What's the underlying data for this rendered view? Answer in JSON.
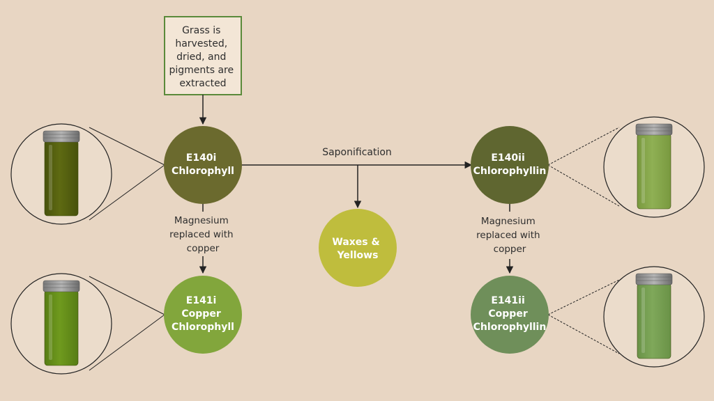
{
  "colors": {
    "background": "#e8d6c3",
    "chlorophyll": "#6b6a2e",
    "copper_chlorophyll": "#82a63c",
    "chlorophyllin": "#5f6630",
    "copper_chlorophyllin": "#6f8f5a",
    "waxes": "#bfbd3d",
    "box_border": "#5a8a3a",
    "arrow": "#222222"
  },
  "source_box": {
    "lines": [
      "Grass is",
      "harvested,",
      "dried, and",
      "pigments are",
      "extracted"
    ]
  },
  "nodes": {
    "chlorophyll": {
      "lines": [
        "E140i",
        "Chlorophyll"
      ]
    },
    "copper_chlorophyll": {
      "lines": [
        "E141i",
        "Copper",
        "Chlorophyll"
      ]
    },
    "chlorophyllin": {
      "lines": [
        "E140ii",
        "Chlorophyllin"
      ]
    },
    "copper_chlorophyllin": {
      "lines": [
        "E141ii",
        "Copper",
        "Chlorophyllin"
      ]
    },
    "waxes": {
      "lines": [
        "Waxes &",
        "Yellows"
      ]
    }
  },
  "edge_labels": {
    "saponification": "Saponification",
    "magnesium_left": [
      "Magnesium",
      "replaced with",
      "copper"
    ],
    "magnesium_right": [
      "Magnesium",
      "replaced with",
      "copper"
    ]
  },
  "jars": [
    {
      "id": "jar-chlorophyll",
      "liquid": "#5e6a12",
      "liquid_dark": "#48520c"
    },
    {
      "id": "jar-copper-chlorophyll",
      "liquid": "#6f9a1e",
      "liquid_dark": "#577d14"
    },
    {
      "id": "jar-chlorophyllin",
      "liquid": "#8fb054",
      "liquid_dark": "#79993f"
    },
    {
      "id": "jar-copper-chlorophyllin",
      "liquid": "#7fa85a",
      "liquid_dark": "#6a9247"
    }
  ]
}
